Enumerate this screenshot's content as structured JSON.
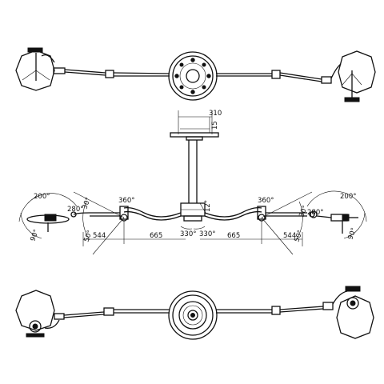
{
  "labels": {
    "ceiling_width": "310",
    "plate_thickness": "15",
    "angle_200_left": "200°",
    "angle_200_right": "200°",
    "angle_280_left": "280°",
    "angle_280_right": "280°",
    "angle_360_left": "360°",
    "angle_360_right": "360°",
    "angle_30_left": "30°",
    "angle_30_right": "30°",
    "angle_50_left": "50°",
    "angle_50_right": "50°",
    "angle_90_left": "90°",
    "angle_90_right": "90°",
    "angle_12": "12°",
    "dist_544_left": "544",
    "dist_544_right": "544",
    "dist_665_left": "665",
    "dist_665_right": "665",
    "angle_330_left": "330°",
    "angle_330_right": "330°"
  }
}
